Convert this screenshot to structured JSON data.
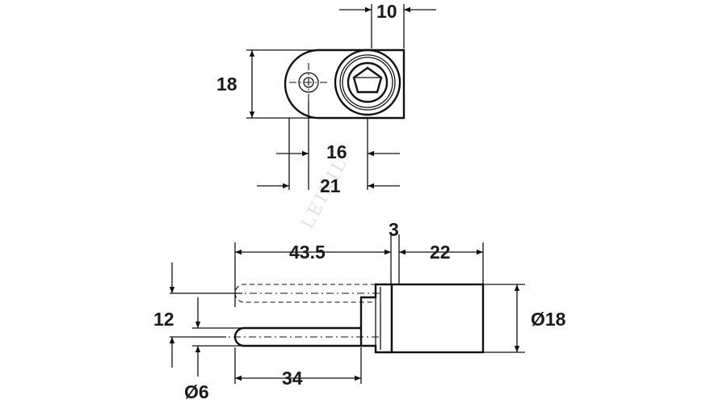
{
  "watermark": "LEIKIL",
  "dimensions": {
    "top_width": "10",
    "height": "18",
    "offset_16": "16",
    "offset_21": "21",
    "length_43_5": "43.5",
    "gap_3": "3",
    "length_22": "22",
    "travel_12": "12",
    "diameter_18": "Ø18",
    "diameter_6": "Ø6",
    "length_34": "34"
  }
}
